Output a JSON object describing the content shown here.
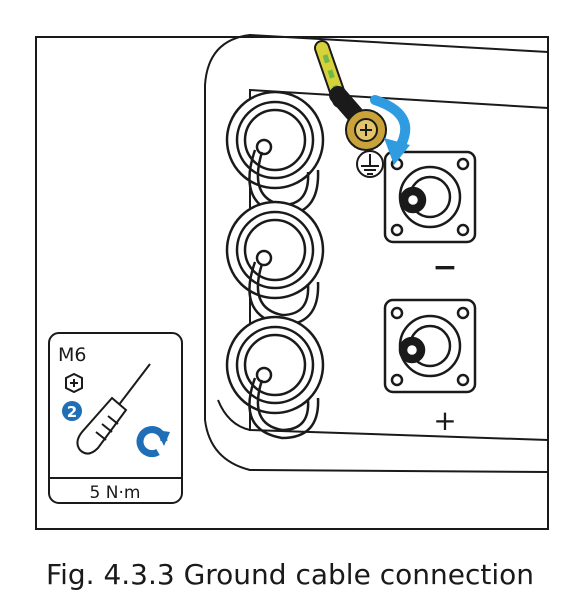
{
  "figure": {
    "inset": {
      "bolt_size": "M6",
      "step_number": "2",
      "torque": "5 N·m"
    },
    "terminals": {
      "negative_symbol": "−",
      "positive_symbol": "+",
      "ground_symbol": "⏚"
    },
    "colors": {
      "stroke": "#1a1a1a",
      "arrow_blue": "#2f9be0",
      "inset_blue": "#1e6fb5",
      "cable_yellow": "#d8d23a",
      "cable_green": "#6fb84a",
      "lug_gold": "#c9a23a"
    }
  },
  "caption": "Fig. 4.3.3 Ground cable connection"
}
